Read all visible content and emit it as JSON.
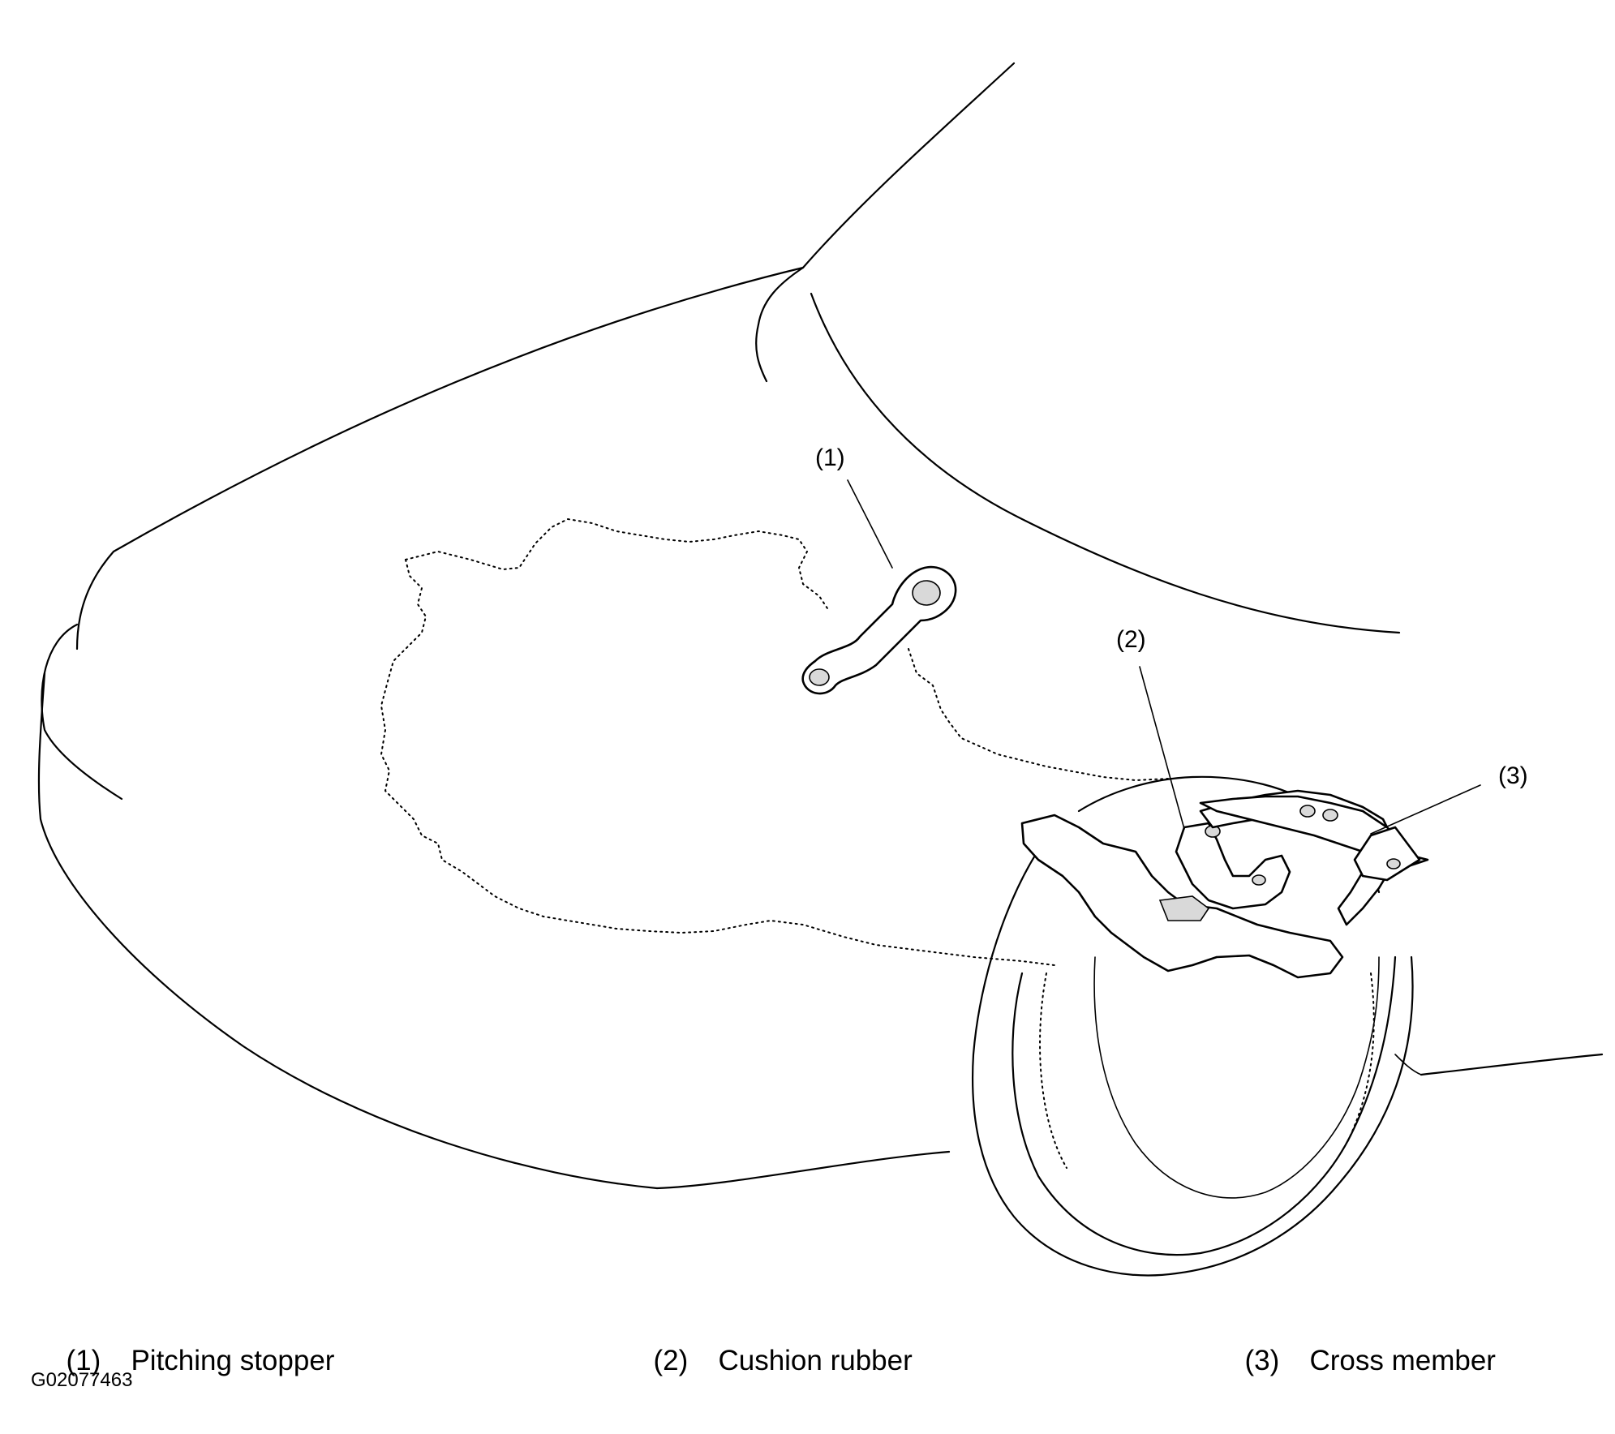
{
  "callouts": {
    "c1": "(1)",
    "c2": "(2)",
    "c3": "(3)"
  },
  "legend": [
    {
      "num": "(1)",
      "label": "Pitching stopper"
    },
    {
      "num": "(2)",
      "label": "Cushion rubber"
    },
    {
      "num": "(3)",
      "label": "Cross member"
    }
  ],
  "figure_id": "G02077463"
}
